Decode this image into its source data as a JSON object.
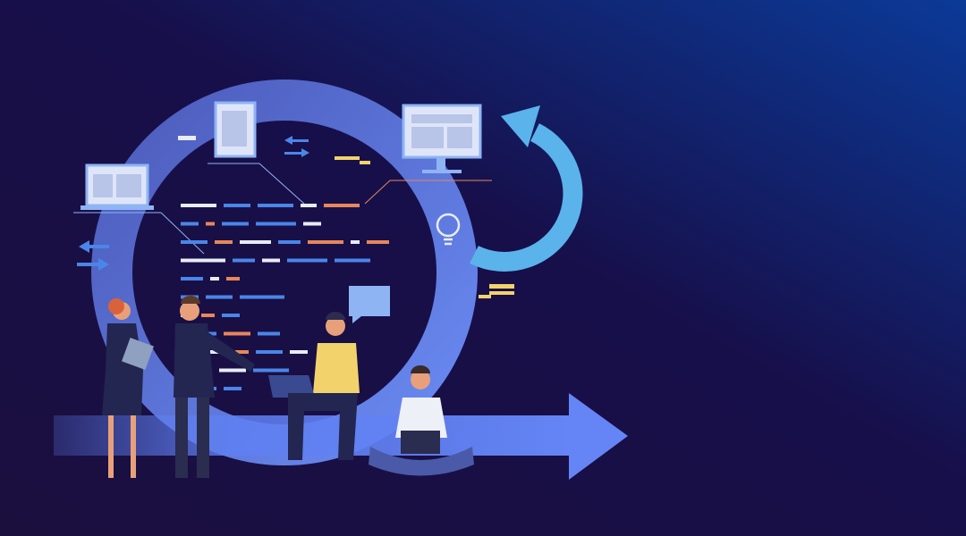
{
  "colors": {
    "background_dark": "#1b0f3e",
    "background_light": "#0b3a98",
    "ring": "#6a86ee",
    "cycle_arrow": "#5ab3ea",
    "main_arrow": "#5f7ff2",
    "code_white": "#e8ecf8",
    "code_blue": "#4a86e8",
    "code_orange": "#e8875a",
    "code_lightblue": "#8fb4f4",
    "accent_yellow": "#f2d36b"
  },
  "code_lines": [
    [
      "w",
      40,
      "b",
      30,
      "b",
      40,
      "w",
      18,
      "o",
      40
    ],
    [
      "b",
      20,
      "o",
      10,
      "b",
      30,
      "b",
      45,
      "w",
      20
    ],
    [
      "b",
      30,
      "o",
      20,
      "w",
      35,
      "b",
      25,
      "o",
      40,
      "w",
      10,
      "o",
      25
    ],
    [
      "w",
      50,
      "b",
      25,
      "w",
      20,
      "b",
      45,
      "b",
      40
    ],
    [
      "b",
      25,
      "w",
      10,
      "o",
      15
    ],
    [
      "b",
      20,
      "b",
      30,
      "b",
      50
    ],
    [
      "w",
      15,
      "o",
      15,
      "b",
      20
    ],
    [
      "b",
      40,
      "o",
      30,
      "b",
      25
    ],
    [
      "o",
      15,
      "w",
      30,
      "o",
      15,
      "b",
      30,
      "w",
      20
    ],
    [
      "b",
      35,
      "w",
      30,
      "b",
      40
    ],
    [
      "b",
      40,
      "b",
      20
    ]
  ]
}
